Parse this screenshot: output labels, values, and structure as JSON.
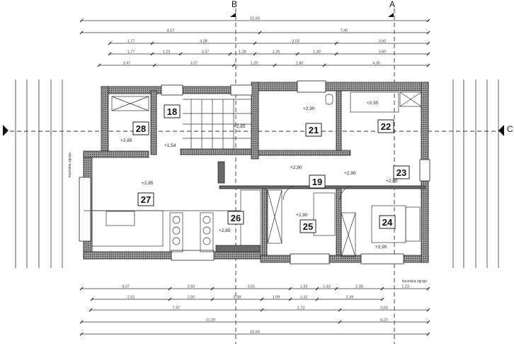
{
  "section_markers": {
    "a": "A",
    "b": "B",
    "c": "C"
  },
  "dimensions_top": {
    "row1": [
      "15,60"
    ],
    "row2": [
      "4,57",
      "7,40"
    ],
    "row3": [
      "1,77",
      "4,38",
      "3,03",
      "3,60"
    ],
    "row4": [
      "1,77",
      "1,23",
      "3,37",
      "1,28",
      "1,26",
      "1,30",
      "3,60"
    ],
    "row5": [
      "3,47",
      "3,37",
      "1,28",
      "1,80",
      "4,35"
    ]
  },
  "dimensions_bottom": {
    "row1": [
      "4,37",
      "2,60",
      "3,51",
      "1,33",
      "1,43",
      "2,39",
      "1,23"
    ],
    "row2": [
      "2,51",
      "2,60",
      "2,38",
      "1,09",
      "1,33",
      "2,39"
    ],
    "row3": [
      "7,97",
      "2,73",
      "3,60"
    ],
    "row4": [
      "11,20",
      "4,23"
    ],
    "row5": [
      "15,60"
    ]
  },
  "rooms": [
    {
      "number": "18",
      "level": "+1,54"
    },
    {
      "number": "28",
      "level": "+2,85"
    },
    {
      "number": "21",
      "level": "+2,90"
    },
    {
      "number": "22",
      "level": "+2,55"
    },
    {
      "number": "23",
      "level": "+2,85"
    },
    {
      "number": "19",
      "level": "+2,90"
    },
    {
      "number": "27",
      "level": "+2,85"
    },
    {
      "number": "26",
      "level": "+2,85"
    },
    {
      "number": "25",
      "level": "+2,90"
    },
    {
      "number": "24",
      "level": "+2,90"
    }
  ],
  "extra_levels": [
    "+2,85",
    "+2,90"
  ],
  "notes": {
    "railing_left": "kovinska ograja",
    "railing_bottom": "kovinska ograja"
  }
}
